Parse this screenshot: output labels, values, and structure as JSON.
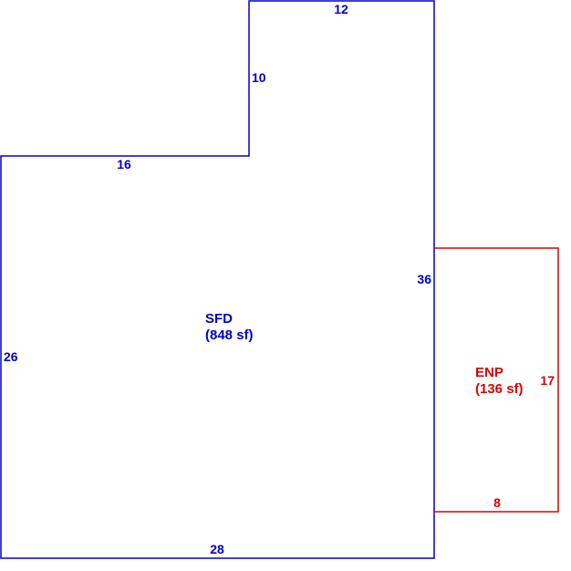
{
  "colors": {
    "main": "#0000cc",
    "enp": "#dd0000",
    "background": "#ffffff"
  },
  "sfd": {
    "name": "SFD",
    "area": "(848 sf)",
    "dims": {
      "top": "12",
      "notch_side": "10",
      "step": "16",
      "right": "36",
      "left": "26",
      "bottom": "28"
    }
  },
  "enp": {
    "name": "ENP",
    "area": "(136 sf)",
    "dims": {
      "right": "17",
      "bottom": "8"
    }
  }
}
